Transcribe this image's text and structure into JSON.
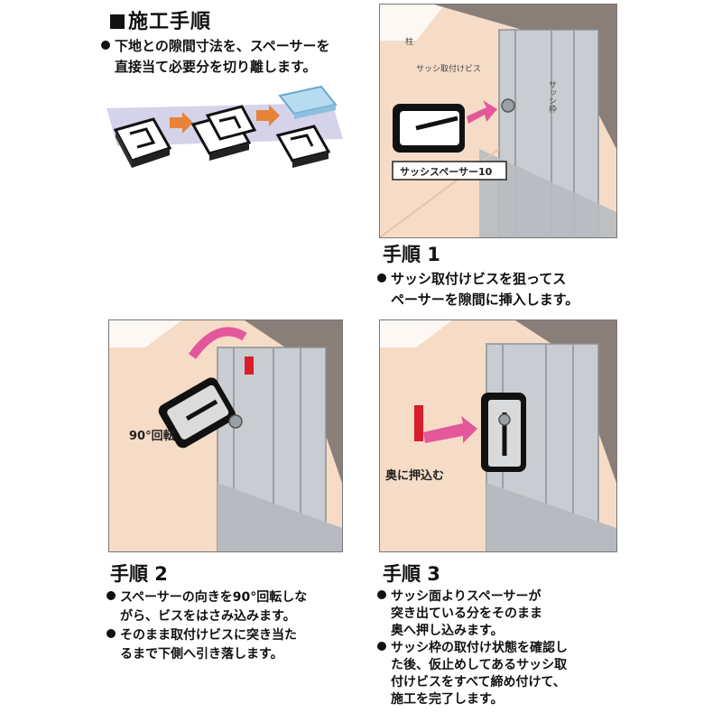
{
  "header": {
    "title": "施工手順"
  },
  "intro": {
    "line1": "下地との隙間寸法を、スペーサーを",
    "line2": "直接当て必要分を切り離します。"
  },
  "panel1": {
    "label_pillar": "柱",
    "label_screw": "サッシ取付けビス",
    "label_frame": "サッシ枠",
    "label_spacer": "サッシスペーサー10"
  },
  "panel2": {
    "label_rotate": "90°回転"
  },
  "panel3": {
    "label_push": "奥に押込む"
  },
  "step1": {
    "heading": "手順 1",
    "line1": "サッシ取付けビスを狙ってス",
    "line2": "ペーサーを隙間に挿入します。"
  },
  "step2": {
    "heading": "手順 2",
    "b1_line1": "スペーサーの向きを90°回転しな",
    "b1_line2": "がら、ビスをはさみ込みます。",
    "b2_line1": "そのまま取付けビスに突き当た",
    "b2_line2": "るまで下側へ引き落します。"
  },
  "step3": {
    "heading": "手順 3",
    "b1_line1": "サッシ面よりスペーサーが",
    "b1_line2": "突き出ている分をそのまま",
    "b1_line3": "奥へ押し込みます。",
    "b2_line1": "サッシ枠の取付け状態を確認し",
    "b2_line2": "た後、仮止めしてあるサッシ取",
    "b2_line3": "付けビスをすべて締め付けて、",
    "b2_line4": "施工を完了します。"
  },
  "colors": {
    "wall": "#f6dcc6",
    "dark_wall": "#8a7e78",
    "frame": "#c9cdd1",
    "arrow_pink": "#e4579a",
    "arrow_red": "#d81e2a",
    "spacer_blue": "#b8dcef",
    "band": "#d5d3ea"
  }
}
